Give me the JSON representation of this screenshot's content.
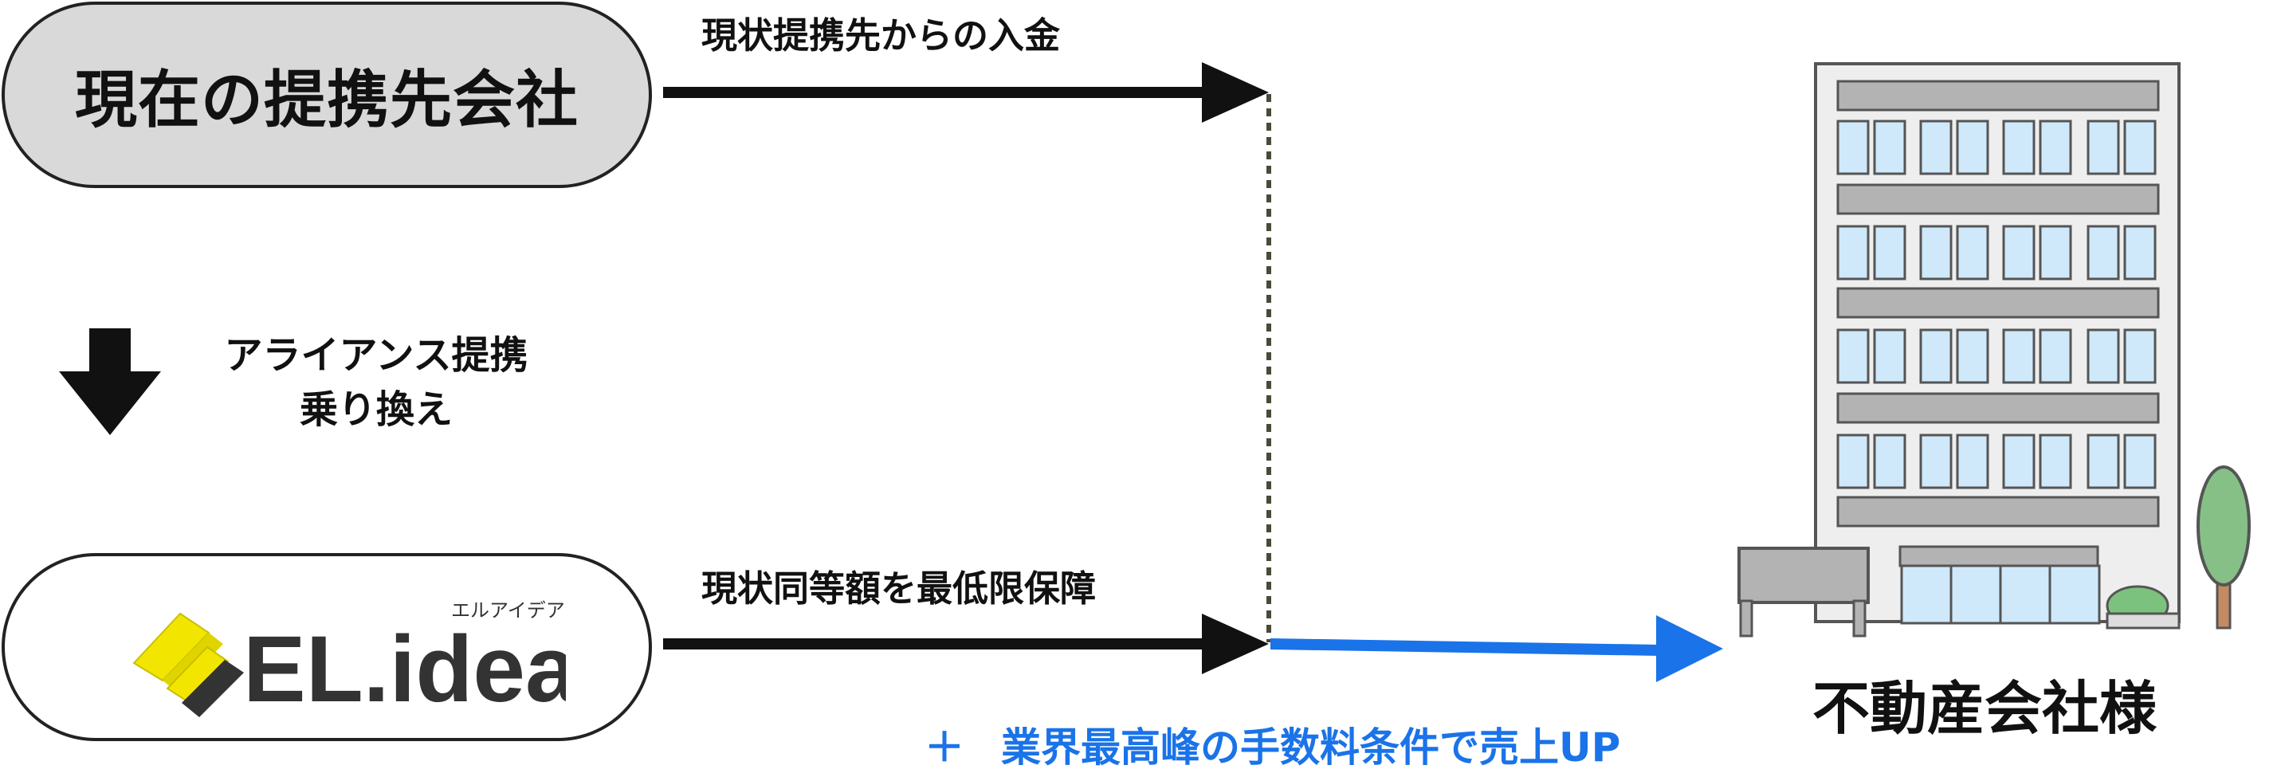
{
  "current_partner": {
    "label": "現在の提携先会社"
  },
  "current_flow": {
    "label": "現状提携先からの入金"
  },
  "switch": {
    "line1": "アライアンス提携",
    "line2": "乗り換え"
  },
  "elidea": {
    "logo_text": "EL.idea",
    "logo_kana": "エルアイデア",
    "accent_color": "#f2e600"
  },
  "guarantee_flow": {
    "label": "現状同等額を最低限保障"
  },
  "bonus": {
    "plus": "＋",
    "text": "業界最高峰の手数料条件で売上UP",
    "color": "#1a73e8"
  },
  "real_estate": {
    "label": "不動産会社様"
  }
}
